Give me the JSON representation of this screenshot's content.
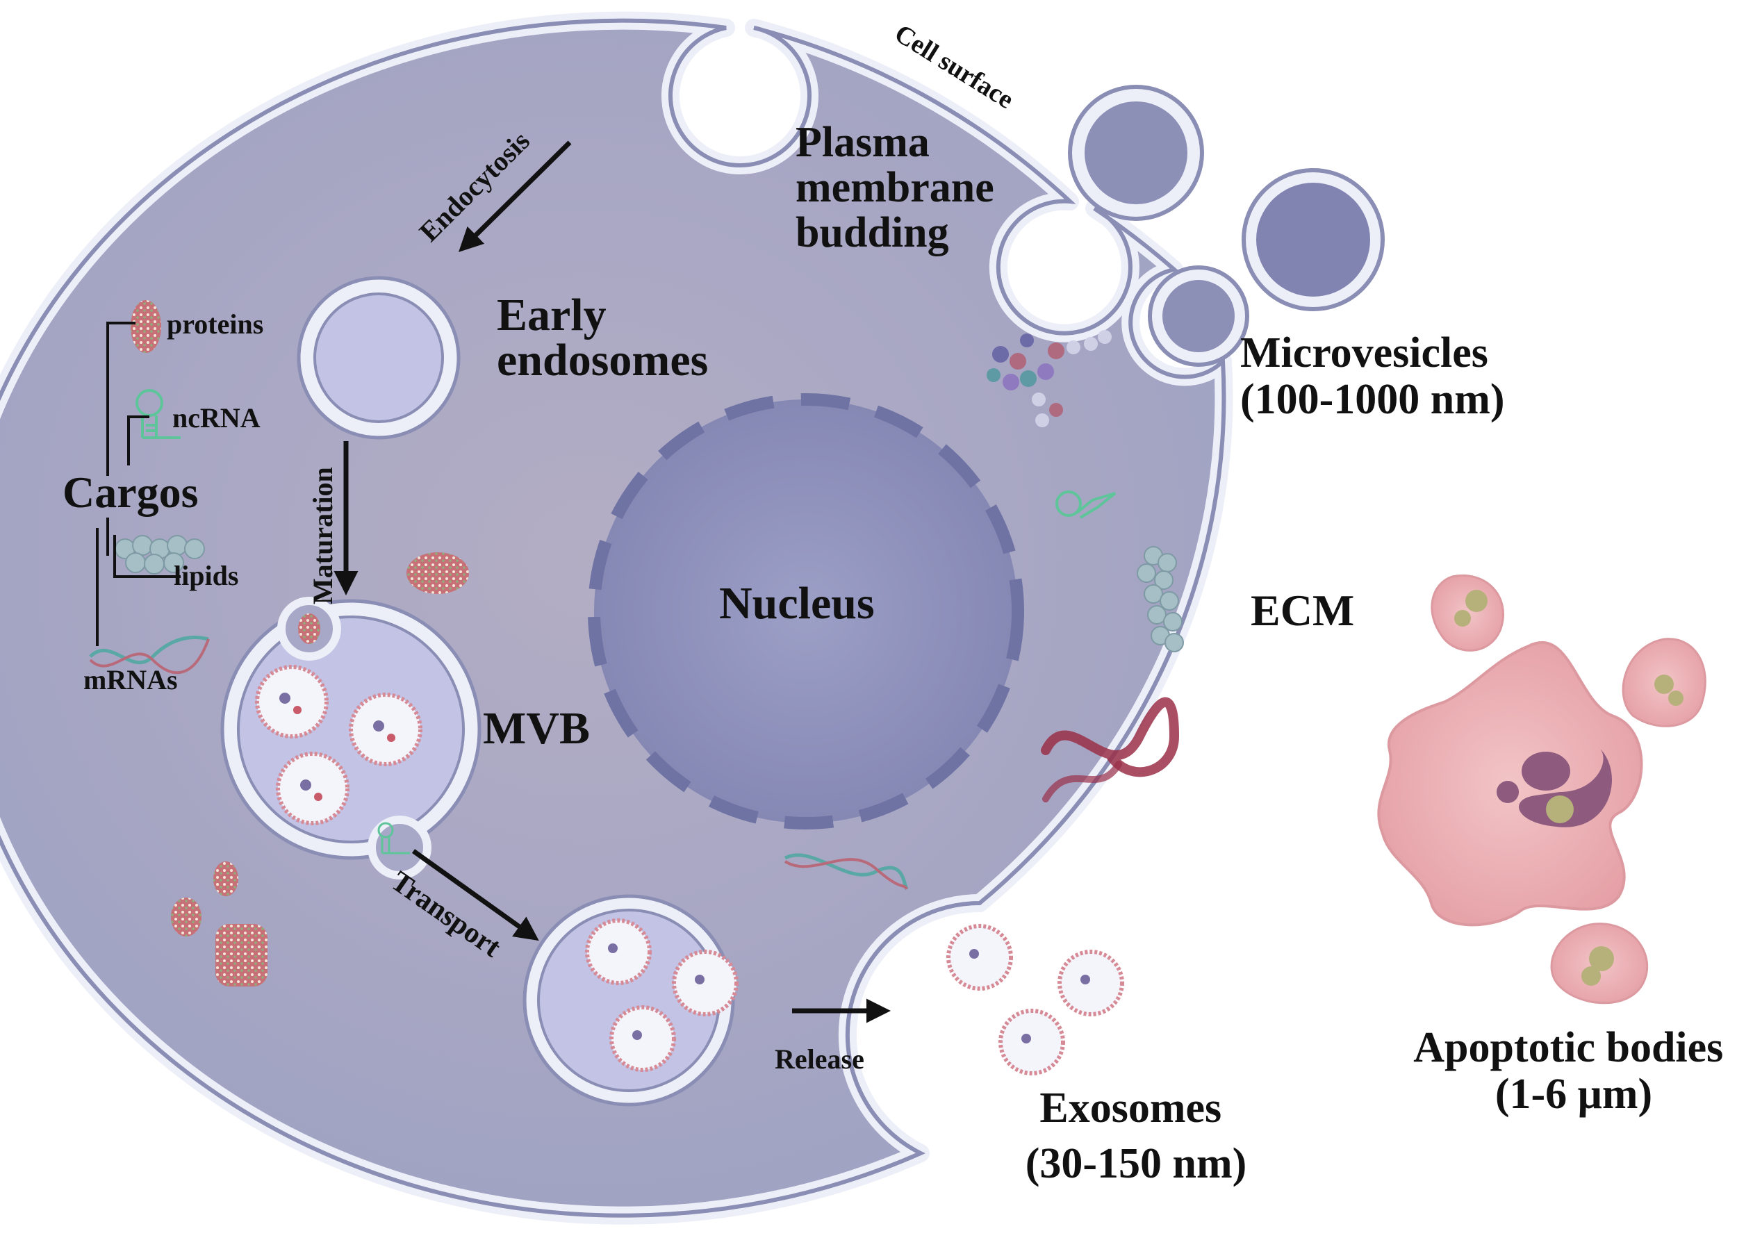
{
  "labels": {
    "cell_surface": "Cell surface",
    "plasma_membrane_budding": [
      "Plasma",
      "membrane",
      "budding"
    ],
    "endocytosis": "Endocytosis",
    "early_endosomes": [
      "Early",
      "endosomes"
    ],
    "microvesicles": [
      "Microvesicles",
      "(100-1000 nm)"
    ],
    "cargos": "Cargos",
    "proteins": "proteins",
    "ncrna": "ncRNA",
    "lipids": "lipids",
    "mrnas": "mRNAs",
    "maturation": "Maturation",
    "nucleus": "Nucleus",
    "ecm": "ECM",
    "mvb": "MVB",
    "transport": "Transport",
    "release": "Release",
    "exosomes": [
      "Exosomes",
      "(30-150 nm)"
    ],
    "apoptotic_bodies": [
      "Apoptotic bodies",
      "(1-6 μm)"
    ]
  },
  "colors": {
    "cell_fill": "#a4a6c6",
    "cell_border": "#8e91b6",
    "membrane_light": "#eef0f8",
    "vesicle_fill": "#c4c5e6",
    "nucleus_fill": "#8f92ba",
    "apoptotic_fill": "#e8a9ad",
    "rna_green": "#5ec49a",
    "protein_red": "#b85060",
    "ecm_fiber": "#9a2f48"
  }
}
